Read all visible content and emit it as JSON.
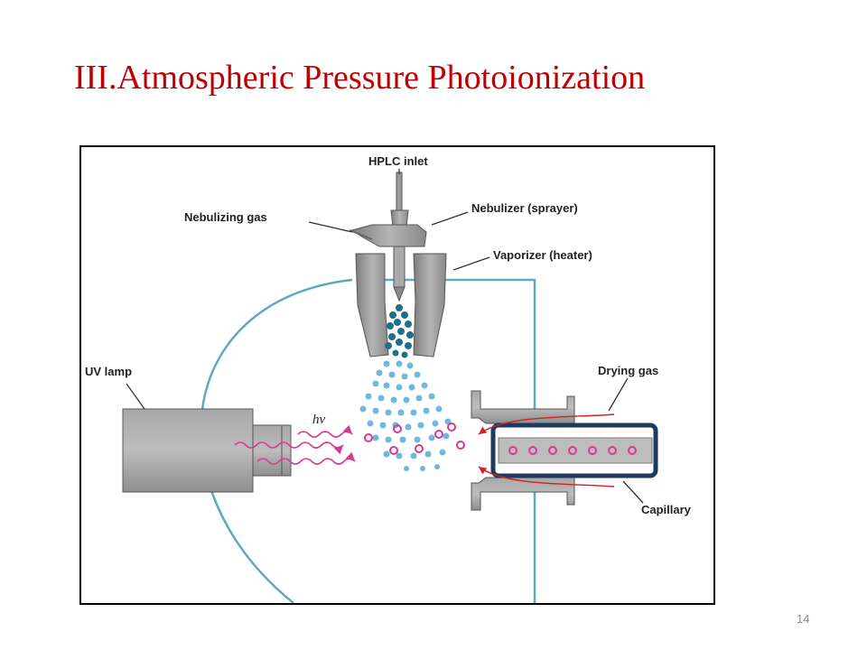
{
  "slide": {
    "title": "III.Atmospheric Pressure Photoionization",
    "page_number": "14"
  },
  "diagram": {
    "labels": {
      "hplc_inlet": "HPLC inlet",
      "nebulizing_gas": "Nebulizing gas",
      "nebulizer": "Nebulizer (sprayer)",
      "vaporizer": "Vaporizer (heater)",
      "uv_lamp": "UV lamp",
      "hv": "hv",
      "drying_gas": "Drying gas",
      "capillary": "Capillary"
    },
    "colors": {
      "title": "#c00000",
      "chamber_outline": "#5fa9c0",
      "metal": "#9a9a9a",
      "droplet_dark": "#1f6f8b",
      "droplet_light": "#6fb8dc",
      "ion": "#d8398f",
      "capillary_border": "#1e3a5f"
    }
  }
}
